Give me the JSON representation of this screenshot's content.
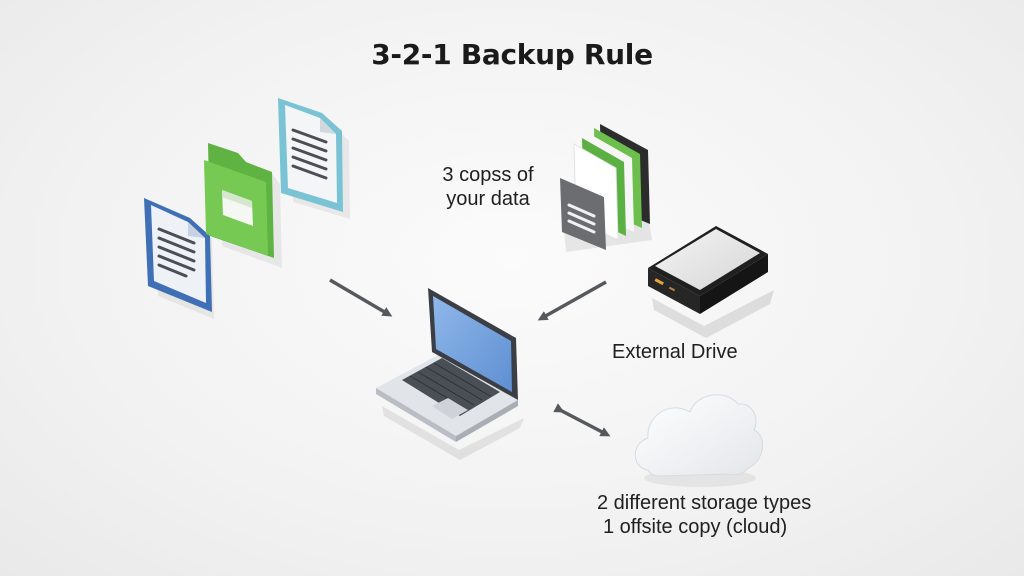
{
  "diagram": {
    "title": "3-2-1 Backup Rule",
    "copies_label": [
      "3 copss of",
      "your data"
    ],
    "external_drive_label": "External Drive",
    "storage_label": [
      "2 different storage types",
      "1 offsite copy (cloud)"
    ],
    "icons": [
      "document-blue-icon",
      "folder-green-icon",
      "document-teal-icon",
      "document-stack-icon",
      "external-drive-icon",
      "laptop-icon",
      "cloud-icon"
    ],
    "colors": {
      "blue": "#3f6fb5",
      "green": "#6cc04a",
      "teal": "#79c3d4",
      "arrow": "#55595e",
      "dark": "#2b2b2b"
    }
  }
}
